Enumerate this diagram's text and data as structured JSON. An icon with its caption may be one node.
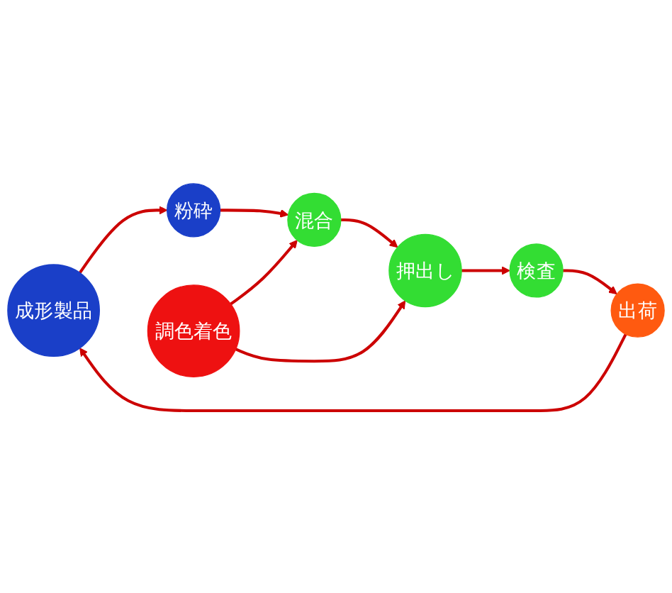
{
  "diagram": {
    "nodes": [
      {
        "text": [
          "成形製品"
        ]
      },
      {
        "text": [
          "粉砕"
        ]
      },
      {
        "text": [
          "混合"
        ]
      },
      {
        "text": [
          "押出し"
        ]
      },
      {
        "text": [
          "検査"
        ]
      },
      {
        "text": [
          "出荷"
        ]
      },
      {
        "text": [
          "調色着色"
        ]
      }
    ],
    "edges": [
      {
        "from": 0,
        "to": 1,
        "arrow": "to"
      },
      {
        "from": 1,
        "to": 2,
        "arrow": "to"
      },
      {
        "from": 2,
        "to": 3,
        "arrow": "to"
      },
      {
        "from": 3,
        "to": 4,
        "arrow": "to"
      },
      {
        "from": 4,
        "to": 5,
        "arrow": "to"
      },
      {
        "from": 5,
        "to": 0,
        "arrow": "to"
      },
      {
        "from": 6,
        "to": 2,
        "arrow": "to"
      },
      {
        "from": 6,
        "to": 3,
        "arrow": "to"
      }
    ]
  }
}
